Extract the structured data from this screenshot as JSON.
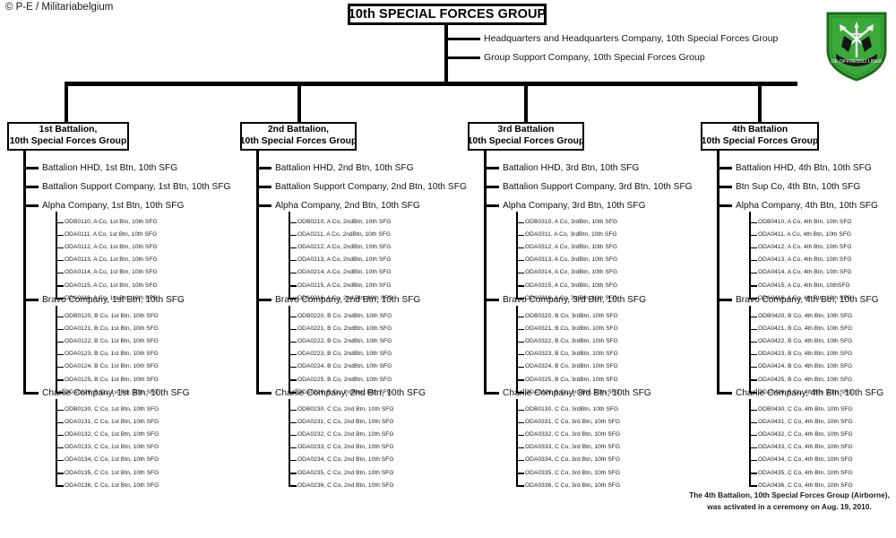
{
  "credit": "© P-E / Militariabelgium",
  "root": {
    "title": "10th SPECIAL FORCES GROUP",
    "staff": [
      "Headquarters and Headquarters Company, 10th Special Forces Group",
      "Group Support Company, 10th Special Forces Group"
    ]
  },
  "insignia": {
    "name": "10th-special-forces-group-beret-flash",
    "motto": "DE OPPRESSO LIBER",
    "colors": {
      "field": "#3aa93a",
      "border": "#1d6b1d",
      "crest": "#e8e8e8",
      "dark": "#141414"
    }
  },
  "footnote": "The 4th Battalion, 10th Special Forces Group (Airborne), was activated in a ceremony on Aug. 19, 2010.",
  "battalions": [
    {
      "id": "1st-battalion",
      "line1": "1st Battalion,",
      "line2": "10th Special Forces Group",
      "units": [
        "Battalion HHD, 1st Btn, 10th SFG",
        "Battalion  Support Company, 1st Btn, 10th SFG"
      ],
      "companies": [
        {
          "name": "Alpha Company, 1st Btn, 10th SFG",
          "detachments": [
            "ODB0110, A Co, 1st Btn,  10th SFG",
            "ODA0111, A Co, 1st Btn,  10th SFG",
            "ODA0112, A Co, 1st Btn,  10th SFG",
            "ODA0113, A Co, 1st Btn,  10th SFG",
            "ODA0114, A Co, 1st Btn,  10th SFG",
            "ODA0115, A Co, 1st Btn,  10th SFG",
            "ODA0116, A Co, 1st Btn,  10th SFG"
          ]
        },
        {
          "name": "Bravo Company, 1st Btn, 10th SFG",
          "detachments": [
            "ODB0120, B Co, 1st Btn,  10th SFG",
            "ODA0121, B Co, 1st Btn,  10th SFG",
            "ODA0122, B Co, 1st Btn,  10th SFG",
            "ODA0123, B Co, 1st Btn,  10th SFG",
            "ODA0124, B Co, 1st Btn,  10th SFG",
            "ODA0125, B Co, 1st Btn,  10th SFG",
            "ODA0126, B Co, 1st Btn,  10th SFG"
          ]
        },
        {
          "name": "Charlie Company, 1st Btn, 10th SFG",
          "detachments": [
            "ODB0130, C Co, 1st Btn,  10th SFG",
            "ODA0131, C Co, 1st Btn,  10th SFG",
            "ODA0132, C Co, 1st Btn,  10th SFG",
            "ODA0133, C Co, 1st Btn,  10th SFG",
            "ODA0134, C Co, 1st Btn,  10th SFG",
            "ODA0135, C Co, 1st Btn,  10th SFG",
            "ODA0136, C Co, 1st Btn,  10th SFG"
          ]
        }
      ]
    },
    {
      "id": "2nd-battalion",
      "line1": "2nd Battalion,",
      "line2": "10th Special Forces Group",
      "units": [
        "Battalion HHD,  2nd Btn, 10th SFG",
        "Battalion  Support Company, 2nd Btn, 10th SFG"
      ],
      "companies": [
        {
          "name": "Alpha Company, 2nd Btn, 10th SFG",
          "detachments": [
            "ODB0210, A Co, 2ndBtn,  10th SFG",
            "ODA0211, A Co, 2ndBtn,  10th SFG",
            "ODA0212, A Co, 2ndBtn,  10th SFG",
            "ODA0213, A Co, 2ndBtn,  10th SFG",
            "ODA0214, A Co, 2ndBtn,  10th SFG",
            "ODA0215, A Co, 2ndBtn,  10th SFG",
            "ODA0216, A Co, 2nd Btn,  10th SFG"
          ]
        },
        {
          "name": "Bravo Company, 2nd Btn, 10th SFG",
          "detachments": [
            "ODB0220, B Co, 2ndBtn,  10th SFG",
            "ODA0221, B Co, 2ndBtn,  10th SFG",
            "ODA0222, B Co, 2ndBtn,  10th SFG",
            "ODA0223, B Co, 2ndBtn,  10th SFG",
            "ODA0224, B Co, 2ndBtn,  10th SFG",
            "ODA0225, B Co, 2ndBtn,  10th SFG",
            "ODA0226, B Co, 2ndBtn,  10th SFG"
          ]
        },
        {
          "name": "Charlie Company, 2nd Btn, 10th SFG",
          "detachments": [
            "ODB0230, C Co, 2nd Btn,  10th SFG",
            "ODA0231, C Co, 2nd Btn,  10th SFG",
            "ODA0232, C Co, 2nd Btn,  10th SFG",
            "ODA0233, C Co, 2nd Btn,  10th SFG",
            "ODA0234, C Co, 2nd Btn,  10th SFG",
            "ODA0235, C Co, 2nd Btn,  10th SFG",
            "ODA0236, C Co, 2nd Btn,  10th SFG"
          ]
        }
      ]
    },
    {
      "id": "3rd-battalion",
      "line1": "3rd Battalion",
      "line2": "10th Special Forces Group",
      "units": [
        "Battalion HHD, 3rd Btn, 10th SFG",
        "Battalion  Support Company, 3rd Btn, 10th SFG"
      ],
      "companies": [
        {
          "name": "Alpha Company, 3rd Btn, 10th SFG",
          "detachments": [
            "ODB0310, A Co, 3rdBtn,  10th SFG",
            "ODA0311, A Co, 3rdBtn,  10th SFG",
            "ODA0312, A Co, 3rdBtn,  10th SFG",
            "ODA0313, A Co, 3rdBtn,  10th SFG",
            "ODA0314, A Co, 3rdBtn,  10th SFG",
            "ODA0315, A Co, 3rdBtn,  10th SFG",
            "ODA0316, A Co, 3rdBtn,  10th SFG"
          ]
        },
        {
          "name": "Bravo Company, 3rd Btn, 10th SFG",
          "detachments": [
            "ODB0320, B Co, 3rdBtn,  10th SFG",
            "ODA0321, B Co, 3rdBtn,  10th SFG",
            "ODA0322, B Co, 3rdBtn,  10th SFG",
            "ODA0323, B Co, 3rdBtn,  10th SFG",
            "ODA0324, B Co, 3rdBtn,  10th SFG",
            "ODA0325, B Co, 3rdBtn,  10th SFG",
            "ODA0326, B Co, 3rd Btn,  10th SFG"
          ]
        },
        {
          "name": "Charlie Company, 3rd Btn, 10th SFG",
          "detachments": [
            "ODB0130, C Co, 3rdBtn,  10th SFG",
            "ODA0331, C Co, 3rd Btn,  10th SFG",
            "ODA0332, C Co, 3rd Btn,  10th SFG",
            "ODA0333, C Co, 3rd Btn,  10th SFG",
            "ODA0334, C Co, 3rd Btn,  10th SFG",
            "ODA0335, C Co, 3rd Btn,  10th SFG",
            "ODA0336, C Co, 3rd Btn,  10th SFG"
          ]
        }
      ]
    },
    {
      "id": "4th-battalion",
      "line1": "4th Battalion",
      "line2": "10th Special Forces Group",
      "units": [
        "Battalion HHD, 4th Btn, 10th SFG",
        "Btn  Sup Co, 4th Btn, 10th SFG"
      ],
      "companies": [
        {
          "name": "Alpha Company, 4th Btn, 10th SFG",
          "detachments": [
            "ODB0410, A Co, 4th Btn,  10th SFG",
            "ODA0411, A Co, 4th Btn,  10th SFG",
            "ODA0412, A Co, 4th Btn,  10th SFG",
            "ODA0413, A Co, 4th Btn,  10th SFG",
            "ODA0414, A Co, 4th Btn,  10th SFG",
            "ODA0415, A Co, 4th Btn,  10thSFG",
            "ODA0416, A Co, 4th Btn,  10th SFG"
          ]
        },
        {
          "name": "Bravo Company, 4th Btn, 10th SFG",
          "detachments": [
            "ODB0420, B Co, 4th Btn,  10th SFG",
            "ODA0421, B Co, 4th Btn,  10th SFG",
            "ODA0422, B Co, 4th Btn,  10th SFG",
            "ODA0423, B Co, 4th Btn,  10th SFG",
            "ODA0424, B Co, 4th Btn,  10th SFG",
            "ODA0425, B Co, 4th Btn,  10th SFG",
            "ODA0426, B Co, 4th Btn,  10th SFG"
          ]
        },
        {
          "name": "Charlie Company, 4th Btn, 10th SFG",
          "detachments": [
            "ODB0430, C Co, 4th Btn,  10th SFG",
            "ODA0431, C Co, 4th Btn,  10th SFG",
            "ODA0432, C Co, 4th Btn,  10th SFG",
            "ODA0433, C Co, 4th Btn,  10th SFG",
            "ODA0434, C Co, 4th Btn,  10th SFG",
            "ODA0435, C Co, 4th Btn,  10th SFG",
            "ODA0436, C Co, 4th Btn,  10th SFG"
          ]
        }
      ]
    }
  ]
}
